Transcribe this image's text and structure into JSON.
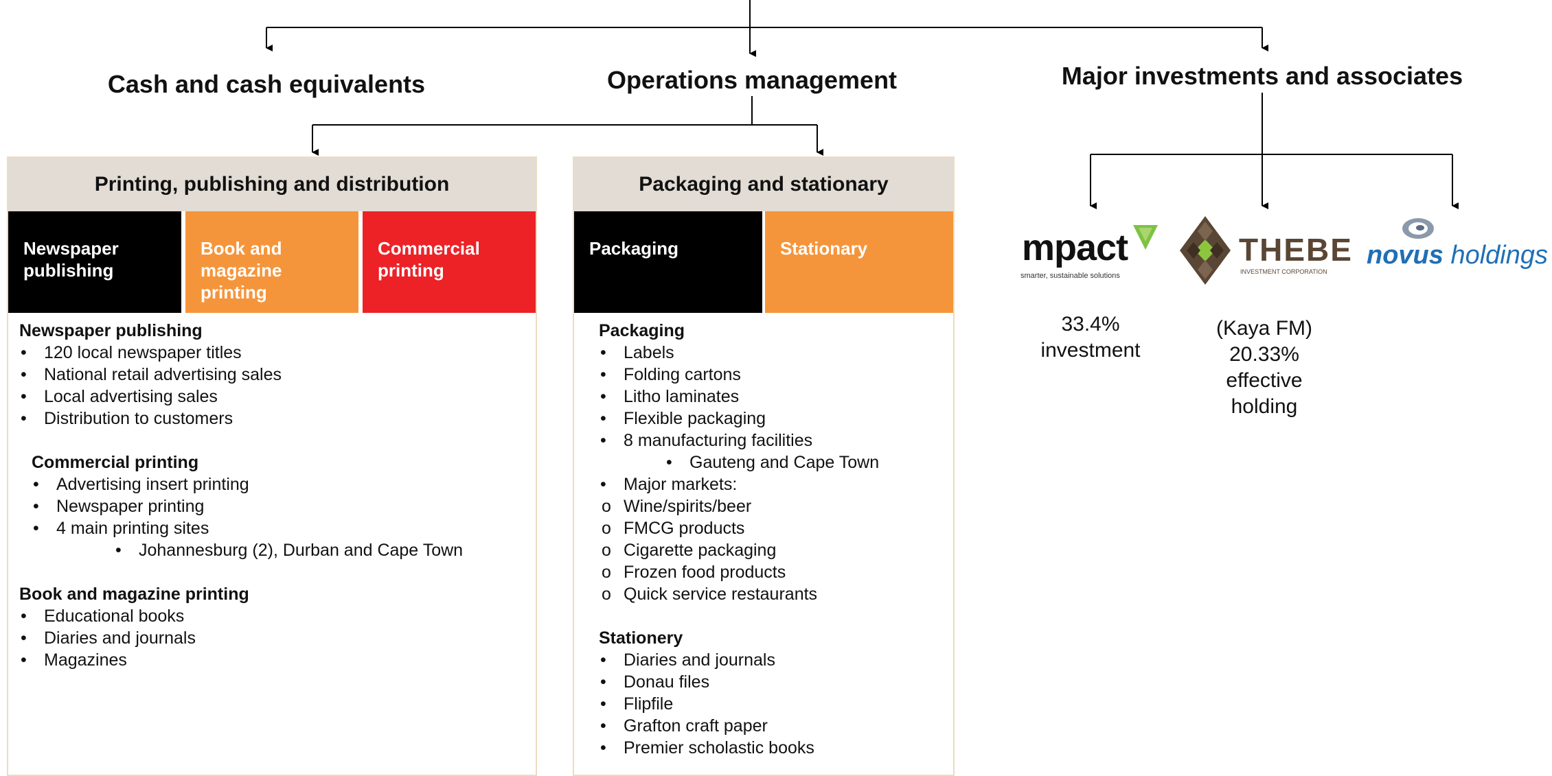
{
  "headings": {
    "cash": "Cash and cash equivalents",
    "operations": "Operations management",
    "investments": "Major investments and associates"
  },
  "printing_panel": {
    "title": "Printing, publishing and distribution",
    "tiles": [
      {
        "label": "Newspaper\npublishing",
        "color": "#000000"
      },
      {
        "label": "Book and\nmagazine\nprinting",
        "color": "#f5953b"
      },
      {
        "label": "Commercial\nprinting",
        "color": "#ec2227"
      }
    ],
    "sections": [
      {
        "title": "Newspaper publishing",
        "items": [
          "120 local newspaper titles",
          "National retail advertising sales",
          "Local advertising sales",
          "Distribution to customers"
        ]
      },
      {
        "title": "Commercial printing",
        "items": [
          "Advertising insert printing",
          "Newspaper printing",
          "4 main printing sites"
        ],
        "subitem": "Johannesburg (2), Durban and Cape Town"
      },
      {
        "title": "Book and magazine printing",
        "items": [
          "Educational books",
          "Diaries and journals",
          "Magazines"
        ]
      }
    ]
  },
  "packaging_panel": {
    "title": "Packaging and stationary",
    "tiles": [
      {
        "label": "Packaging",
        "color": "#000000"
      },
      {
        "label": "Stationary",
        "color": "#f5953b"
      }
    ],
    "packaging": {
      "title": "Packaging",
      "items": [
        "Labels",
        "Folding cartons",
        "Litho laminates",
        "Flexible packaging",
        "8 manufacturing facilities"
      ],
      "facility_sub": "Gauteng and Cape Town",
      "markets_label": "Major markets:",
      "markets": [
        "Wine/spirits/beer",
        "FMCG products",
        "Cigarette packaging",
        "Frozen food products",
        "Quick service restaurants"
      ]
    },
    "stationery": {
      "title": "Stationery",
      "items": [
        "Diaries and journals",
        "Donau files",
        "Flipfile",
        "Grafton craft paper",
        "Premier scholastic books"
      ]
    }
  },
  "investments": {
    "mpact": {
      "logo_text": "mpact",
      "tagline": "smarter, sustainable solutions",
      "value": "33.4%\ninvestment",
      "green": "#7fc243"
    },
    "thebe": {
      "logo_text": "THEBE",
      "tagline": "INVESTMENT CORPORATION",
      "value": "(Kaya FM)\n20.33%\neffective\nholding",
      "brown": "#5a4634",
      "green": "#8cc63f"
    },
    "novus": {
      "logo_text_bold": "novus",
      "logo_text": " holdings",
      "blue": "#1f6fb5"
    }
  },
  "colors": {
    "panel_border": "#ecdcc0",
    "panel_header": "#e2dcd4",
    "line": "#000000"
  }
}
